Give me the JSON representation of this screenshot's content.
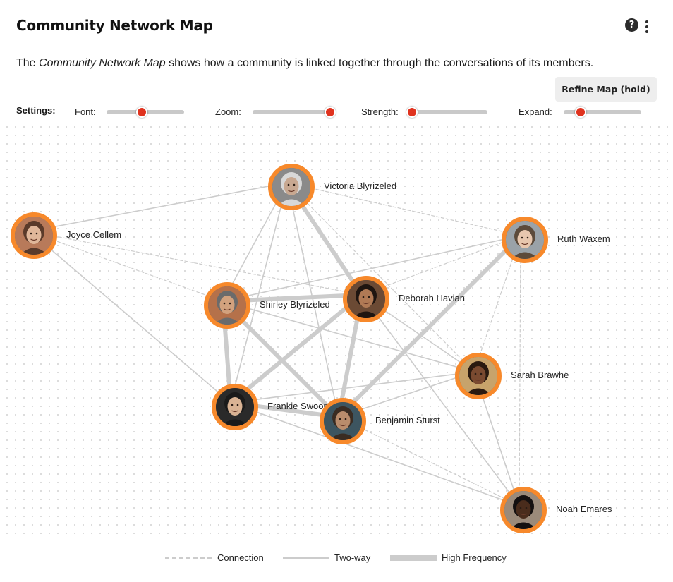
{
  "header": {
    "title": "Community Network Map",
    "help_glyph": "?"
  },
  "description": {
    "prefix": "The ",
    "emphasis": "Community Network Map",
    "suffix": " shows how a community is linked together through the conversations of its members."
  },
  "refine_button": {
    "label": "Refine Map (hold)"
  },
  "settings": {
    "label": "Settings:",
    "sliders": [
      {
        "label": "Font:",
        "value": 0.45
      },
      {
        "label": "Zoom:",
        "value": 0.95
      },
      {
        "label": "Strength:",
        "value": 0.05
      },
      {
        "label": "Expand:",
        "value": 0.22
      }
    ]
  },
  "colors": {
    "node_ring": "#f7892b",
    "edge": "#cccccc",
    "slider_thumb": "#e0331f",
    "slider_track": "#c9c9c9"
  },
  "nodes": [
    {
      "id": "victoria",
      "name": "Victoria Blyrizeled",
      "icon": "avatar-icon",
      "skin": "#c8a891",
      "hair": "#d8d8d8",
      "bg": "#8a8a8a"
    },
    {
      "id": "joyce",
      "name": "Joyce Cellem",
      "icon": "avatar-icon",
      "skin": "#e0b79a",
      "hair": "#5a3a2a",
      "bg": "#b87a5a"
    },
    {
      "id": "ruth",
      "name": "Ruth Waxem",
      "icon": "avatar-icon",
      "skin": "#e8c7ae",
      "hair": "#5c4a3a",
      "bg": "#9aa2a8"
    },
    {
      "id": "shirley",
      "name": "Shirley Blyrizeled",
      "icon": "avatar-icon",
      "skin": "#d2a27e",
      "hair": "#6b6b6b",
      "bg": "#b5714a"
    },
    {
      "id": "deborah",
      "name": "Deborah Havian",
      "icon": "avatar-icon",
      "skin": "#b07a55",
      "hair": "#1e1510",
      "bg": "#6b4a34"
    },
    {
      "id": "sarah",
      "name": "Sarah Brawhe",
      "icon": "avatar-icon",
      "skin": "#7a4a30",
      "hair": "#2a1a10",
      "bg": "#c7a36b"
    },
    {
      "id": "frankie",
      "name": "Frankie Swoon",
      "icon": "avatar-icon",
      "skin": "#d9b394",
      "hair": "#1a1a1a",
      "bg": "#2a2a2a"
    },
    {
      "id": "benjamin",
      "name": "Benjamin Sturst",
      "icon": "avatar-icon",
      "skin": "#b98c6c",
      "hair": "#3a2c22",
      "bg": "#3d5560"
    },
    {
      "id": "noah",
      "name": "Noah Emares",
      "icon": "avatar-icon",
      "skin": "#4a2c1c",
      "hair": "#151010",
      "bg": "#9b8a7a"
    }
  ],
  "edges": [
    {
      "source": "victoria",
      "target": "joyce",
      "type": "two-way"
    },
    {
      "source": "victoria",
      "target": "shirley",
      "type": "two-way"
    },
    {
      "source": "victoria",
      "target": "deborah",
      "type": "high-frequency"
    },
    {
      "source": "victoria",
      "target": "frankie",
      "type": "two-way"
    },
    {
      "source": "victoria",
      "target": "benjamin",
      "type": "two-way"
    },
    {
      "source": "victoria",
      "target": "ruth",
      "type": "connection"
    },
    {
      "source": "victoria",
      "target": "sarah",
      "type": "connection"
    },
    {
      "source": "joyce",
      "target": "shirley",
      "type": "connection"
    },
    {
      "source": "joyce",
      "target": "deborah",
      "type": "connection"
    },
    {
      "source": "joyce",
      "target": "frankie",
      "type": "two-way"
    },
    {
      "source": "ruth",
      "target": "shirley",
      "type": "two-way"
    },
    {
      "source": "ruth",
      "target": "deborah",
      "type": "connection"
    },
    {
      "source": "ruth",
      "target": "benjamin",
      "type": "high-frequency"
    },
    {
      "source": "ruth",
      "target": "noah",
      "type": "connection"
    },
    {
      "source": "ruth",
      "target": "sarah",
      "type": "connection"
    },
    {
      "source": "shirley",
      "target": "deborah",
      "type": "high-frequency"
    },
    {
      "source": "shirley",
      "target": "frankie",
      "type": "high-frequency"
    },
    {
      "source": "shirley",
      "target": "benjamin",
      "type": "high-frequency"
    },
    {
      "source": "shirley",
      "target": "sarah",
      "type": "two-way"
    },
    {
      "source": "deborah",
      "target": "frankie",
      "type": "high-frequency"
    },
    {
      "source": "deborah",
      "target": "benjamin",
      "type": "high-frequency"
    },
    {
      "source": "deborah",
      "target": "sarah",
      "type": "two-way"
    },
    {
      "source": "deborah",
      "target": "noah",
      "type": "two-way"
    },
    {
      "source": "frankie",
      "target": "sarah",
      "type": "two-way"
    },
    {
      "source": "frankie",
      "target": "benjamin",
      "type": "high-frequency"
    },
    {
      "source": "frankie",
      "target": "noah",
      "type": "two-way"
    },
    {
      "source": "benjamin",
      "target": "sarah",
      "type": "two-way"
    },
    {
      "source": "benjamin",
      "target": "noah",
      "type": "connection"
    },
    {
      "source": "sarah",
      "target": "noah",
      "type": "two-way"
    },
    {
      "source": "deborah",
      "target": "noah",
      "type": "connection"
    }
  ],
  "legend": [
    {
      "type": "connection",
      "label": "Connection"
    },
    {
      "type": "two-way",
      "label": "Two-way"
    },
    {
      "type": "high-frequency",
      "label": "High Frequency"
    }
  ]
}
